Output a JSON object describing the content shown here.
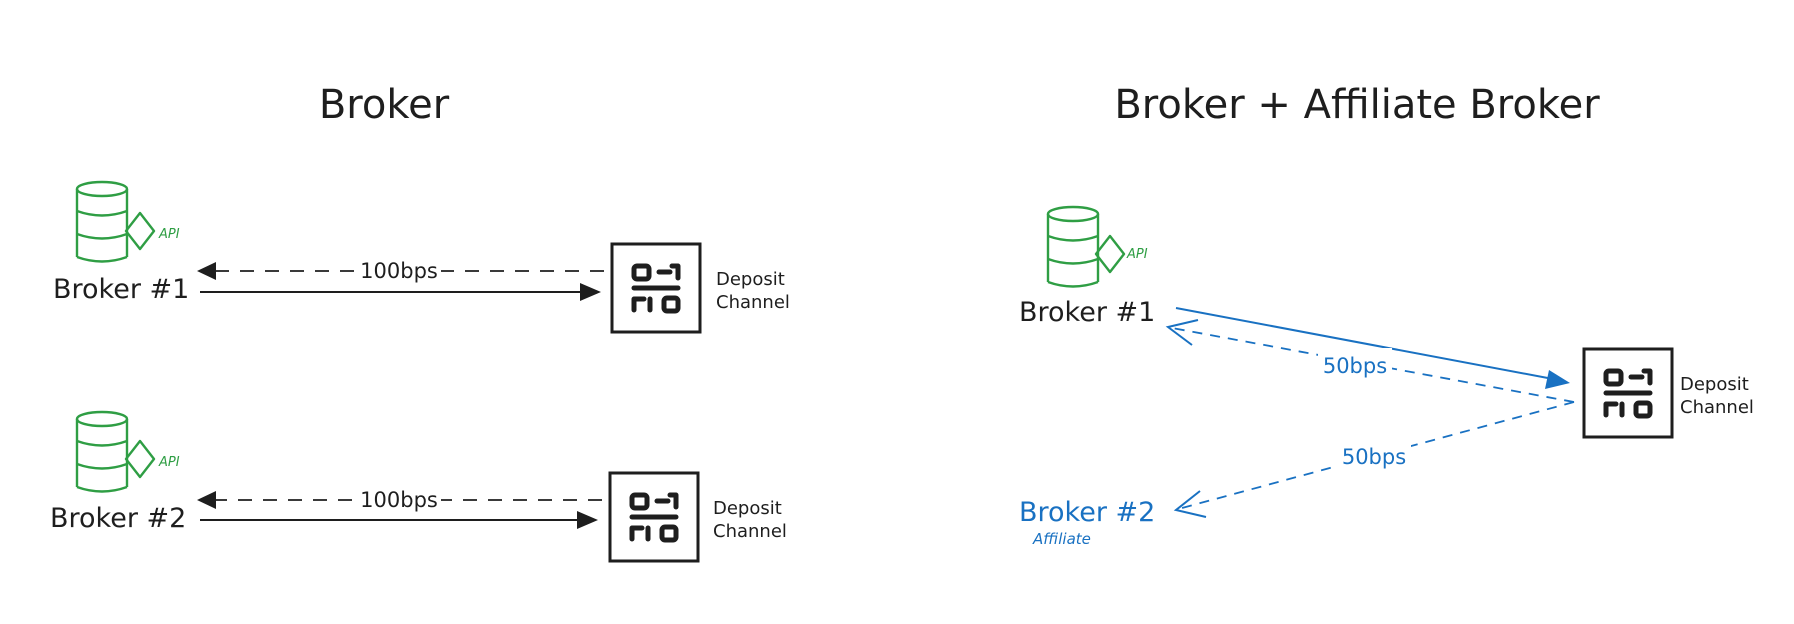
{
  "left_panel": {
    "title": "Broker",
    "rows": [
      {
        "broker_label": "Broker #1",
        "api_label": "API",
        "fee_label": "100bps",
        "channel_line1": "Deposit",
        "channel_line2": "Channel"
      },
      {
        "broker_label": "Broker #2",
        "api_label": "API",
        "fee_label": "100bps",
        "channel_line1": "Deposit",
        "channel_line2": "Channel"
      }
    ]
  },
  "right_panel": {
    "title": "Broker + Affiliate Broker",
    "broker": {
      "label": "Broker #1",
      "api_label": "API",
      "fee_label": "50bps"
    },
    "affiliate": {
      "label": "Broker #2",
      "sublabel": "Affiliate",
      "fee_label": "50bps"
    },
    "channel_line1": "Deposit",
    "channel_line2": "Channel"
  },
  "colors": {
    "ink": "#1e1e1e",
    "api_green": "#2f9e44",
    "affiliate_blue": "#1971c2"
  },
  "icons": {
    "database": "database-icon",
    "api": "diamond-icon",
    "deposit_channel": "qr-scan-icon"
  }
}
